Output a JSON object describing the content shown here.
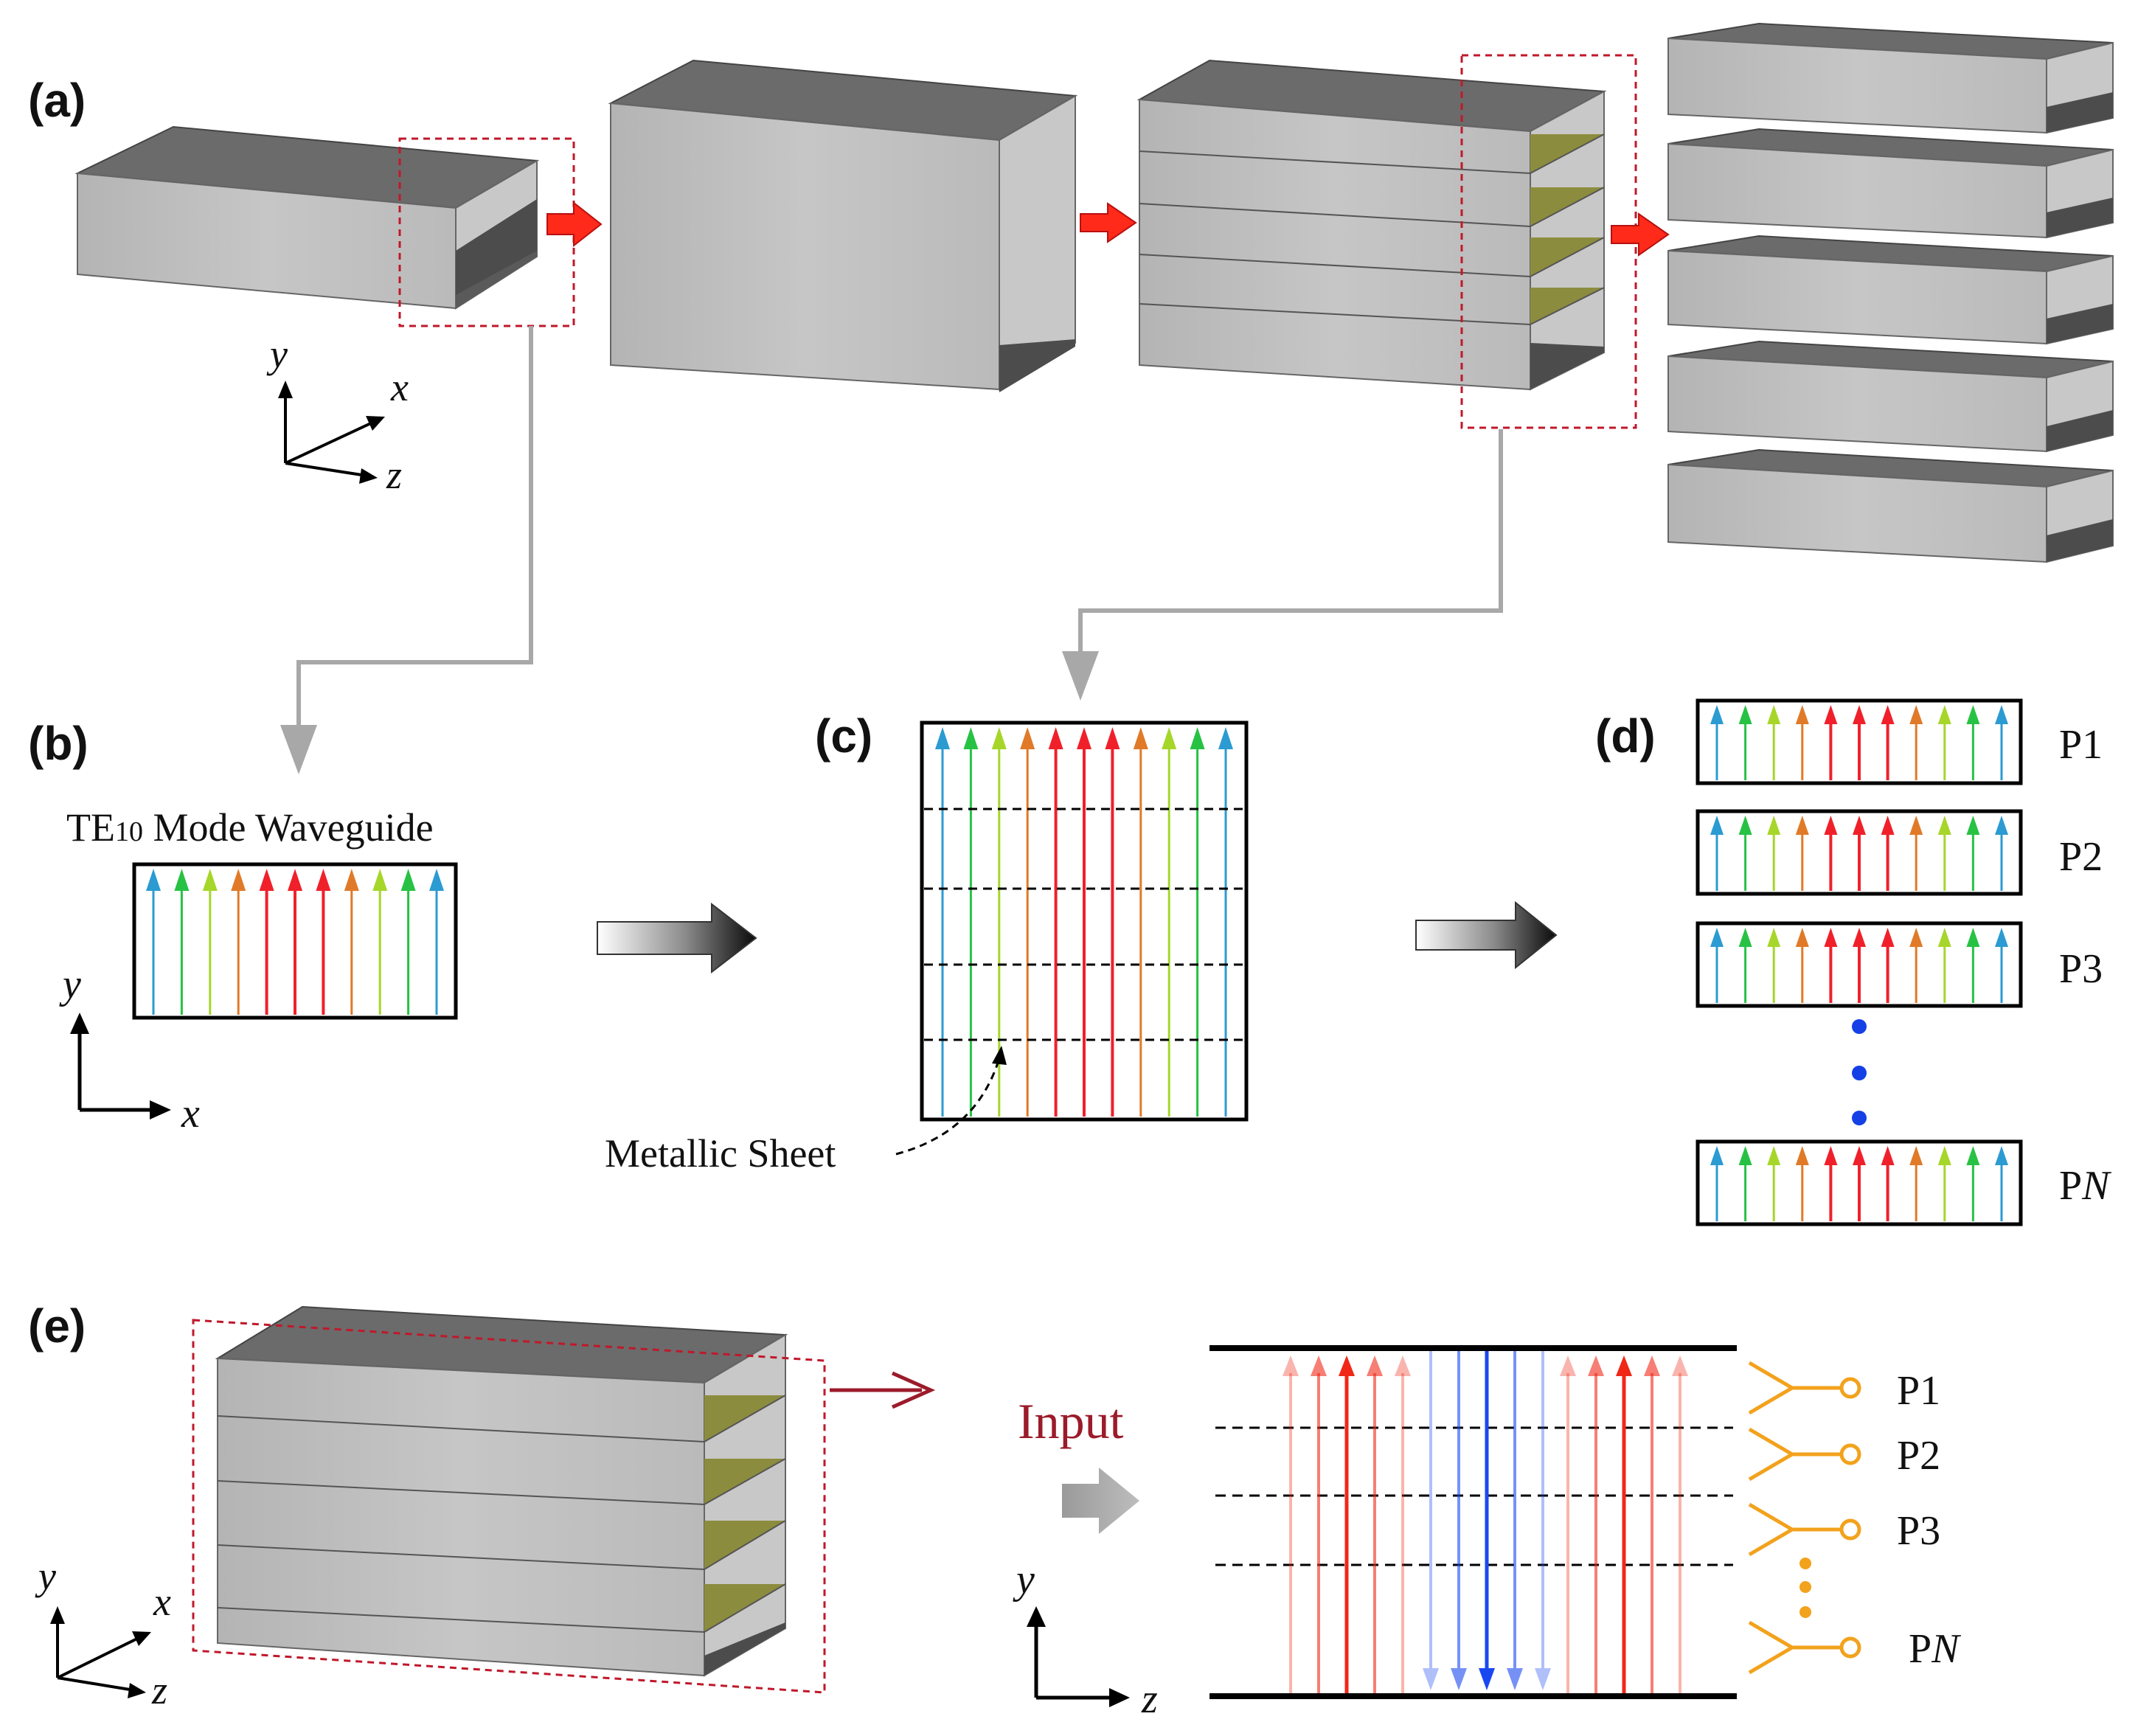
{
  "panels": {
    "a": "(a)",
    "b": "(b)",
    "c": "(c)",
    "d": "(d)",
    "e": "(e)"
  },
  "axes": {
    "x": "x",
    "y": "y",
    "z": "z"
  },
  "panel_b": {
    "title_main": "TE",
    "title_sub": "10",
    "title_rest": " Mode Waveguide"
  },
  "panel_c": {
    "annotation": "Metallic Sheet"
  },
  "panel_d": {
    "ports": [
      "P1",
      "P2",
      "P3"
    ],
    "last_port_prefix": "P",
    "last_port_italic": "N"
  },
  "panel_e": {
    "input_label": "Input",
    "ports": [
      "P1",
      "P2",
      "P3"
    ],
    "last_port_prefix": "P",
    "last_port_italic": "N"
  },
  "colors": {
    "box_front": "#bdbdbd",
    "box_top": "#6b6b6b",
    "box_inner": "#4a4a4a",
    "sheet": "#8c8c3e",
    "highlight_box": "#c0182b",
    "flow_arrow": "#ff2a1a",
    "connector": "#a8a8a8",
    "port_orange": "#f2a21c",
    "dot_blue": "#1440e6",
    "input_text": "#9b1b2a",
    "field_gradient": [
      "#2b9bd2",
      "#27c244",
      "#a6d62a",
      "#e07a28",
      "#f0202a",
      "#f0202a",
      "#f0202a",
      "#e07a28",
      "#a6d62a",
      "#27c244",
      "#2b9bd2"
    ],
    "field_red": "#f02818",
    "field_blue": "#1a48f0"
  }
}
